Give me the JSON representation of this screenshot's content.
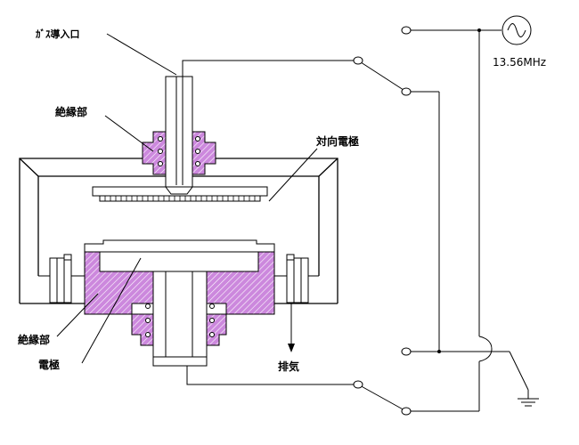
{
  "labels": {
    "gas_inlet": "ｶﾞｽ導入口",
    "insulator_top": "絶縁部",
    "counter_electrode": "対向電極",
    "frequency": "13.56MHz",
    "insulator_bottom": "絶縁部",
    "electrode": "電極",
    "exhaust": "排気"
  },
  "colors": {
    "insulator_fill": "#cc88dd",
    "insulator_hatch": "#ffffff",
    "line": "#000000",
    "background": "#ffffff"
  },
  "icons": {
    "rf_source": "ac-source-icon",
    "ground": "ground-icon"
  }
}
